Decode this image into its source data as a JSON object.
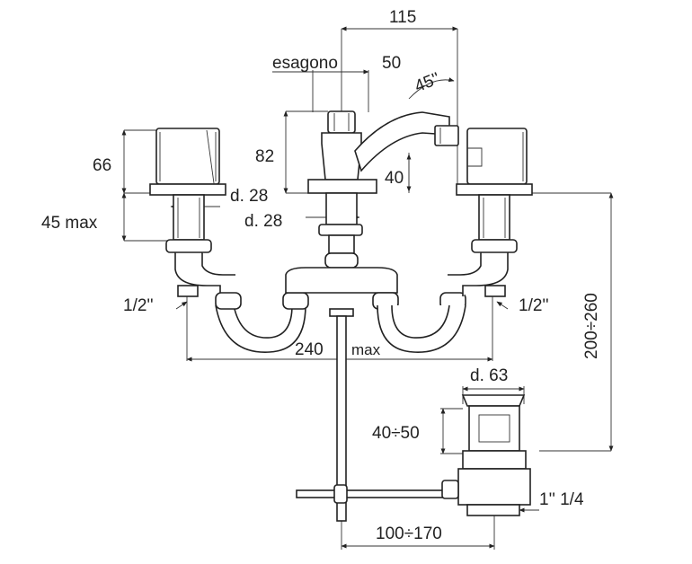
{
  "dimensions": {
    "width_115": "115",
    "hexagon": "esagono",
    "hexagon_50": "50",
    "angle_45": "45''",
    "height_82": "82",
    "height_66": "66",
    "d28_upper": "d. 28",
    "d28_lower": "d. 28",
    "max45": "45 max",
    "height_40": "40",
    "thread_left": "1/2''",
    "thread_right": "1/2''",
    "span_240": "240",
    "max_label": "max",
    "height_200_260": "200÷260",
    "d63": "d. 63",
    "range_40_50": "40÷50",
    "thread_1_1_4": "1'' 1/4",
    "range_100_170": "100÷170"
  }
}
